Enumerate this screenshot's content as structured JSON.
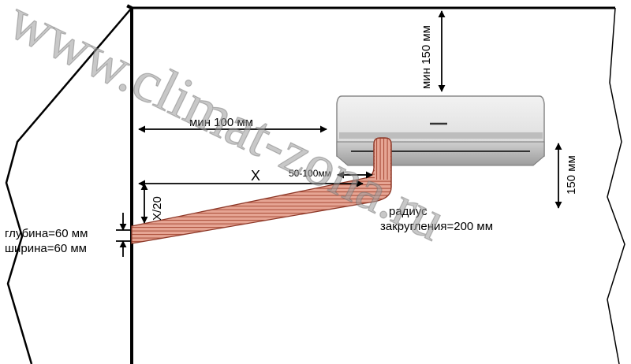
{
  "watermark": "www.climat-zona.ru",
  "labels": {
    "min_top": "мин 150 мм",
    "min_side": "мин 100 мм",
    "right_clearance": "150 мм",
    "x": "X",
    "gap": "50-100мм",
    "slope": "X/20",
    "radius_line1": "радиус",
    "radius_line2": "закругления=200 мм",
    "depth": "глубина=60 мм",
    "width": "ширина=60 мм"
  },
  "colors": {
    "line": "#000000",
    "pipe_fill": "#e4a08e",
    "pipe_stripe": "#b0523e",
    "unit_body": "#e6e6e6",
    "unit_bottom": "#b9b9b9",
    "watermark": "#9a9a9a"
  }
}
